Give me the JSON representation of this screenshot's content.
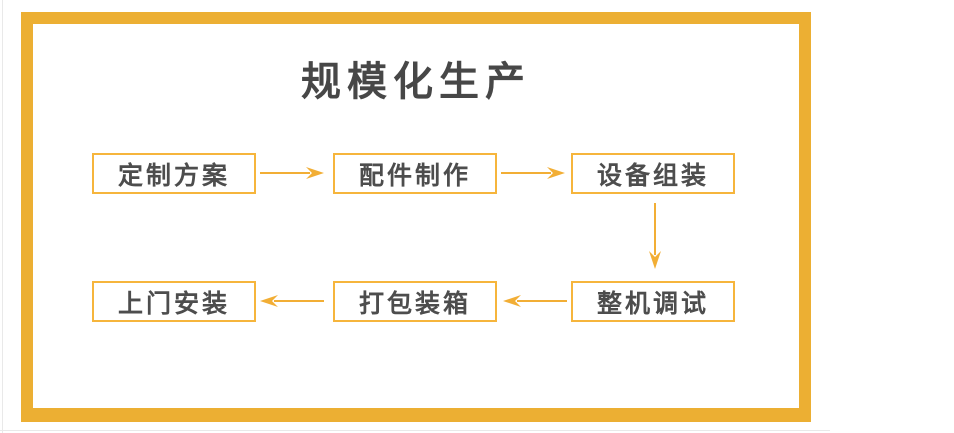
{
  "colors": {
    "frame": "#ECAF33",
    "box": "#F6B53C",
    "arrow": "#F2AE35",
    "text": "#4D4D4D",
    "title": "#474747",
    "line": "#E9E9E9"
  },
  "diagram": {
    "title": "规模化生产",
    "steps": [
      {
        "label": "定制方案"
      },
      {
        "label": "配件制作"
      },
      {
        "label": "设备组装"
      },
      {
        "label": "整机调试"
      },
      {
        "label": "打包装箱"
      },
      {
        "label": "上门安装"
      }
    ]
  }
}
